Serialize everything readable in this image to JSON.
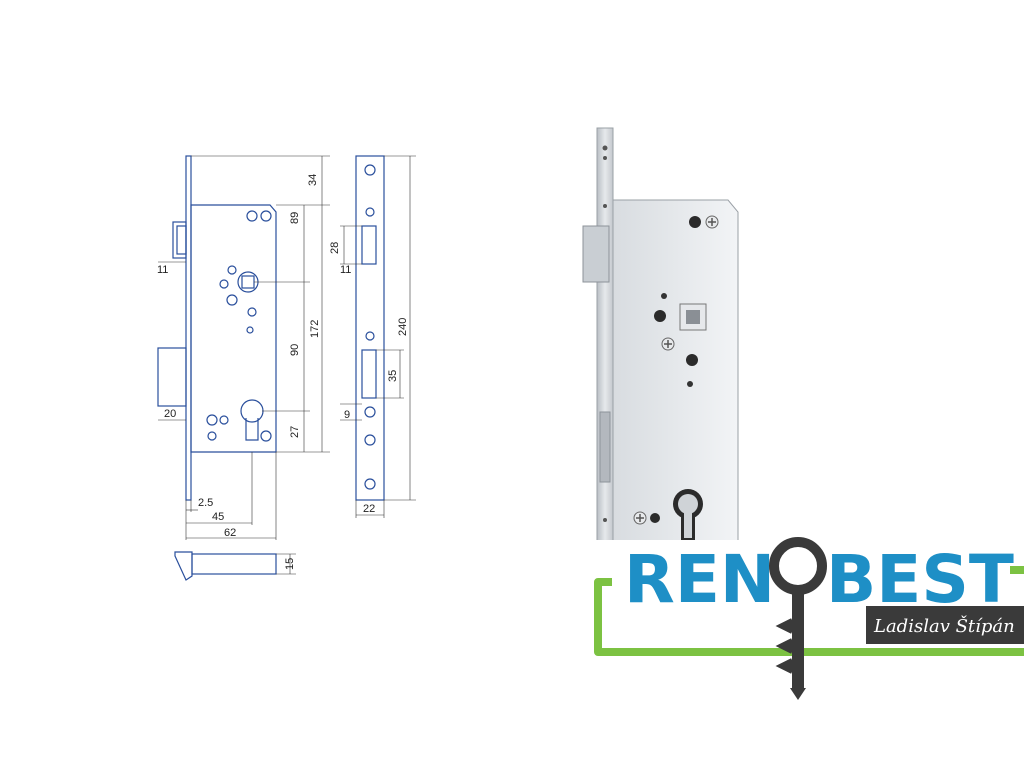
{
  "drawing": {
    "front_view": {
      "labels": {
        "d34": "34",
        "d89": "89",
        "d90": "90",
        "d172": "172",
        "d27": "27",
        "d11": "11",
        "d20": "20",
        "d2_5": "2.5",
        "d45": "45",
        "d62": "62",
        "d15": "15"
      }
    },
    "side_view": {
      "labels": {
        "d28": "28",
        "d11": "11",
        "d240": "240",
        "d35": "35",
        "d9": "9",
        "d22": "22"
      }
    }
  },
  "logo": {
    "name_part1": "REN",
    "name_part2": "BEST",
    "subtitle": "Ladislav Štípán",
    "colors": {
      "blue": "#1e8fc6",
      "green": "#7cc242",
      "dark": "#3a3a3a"
    }
  }
}
